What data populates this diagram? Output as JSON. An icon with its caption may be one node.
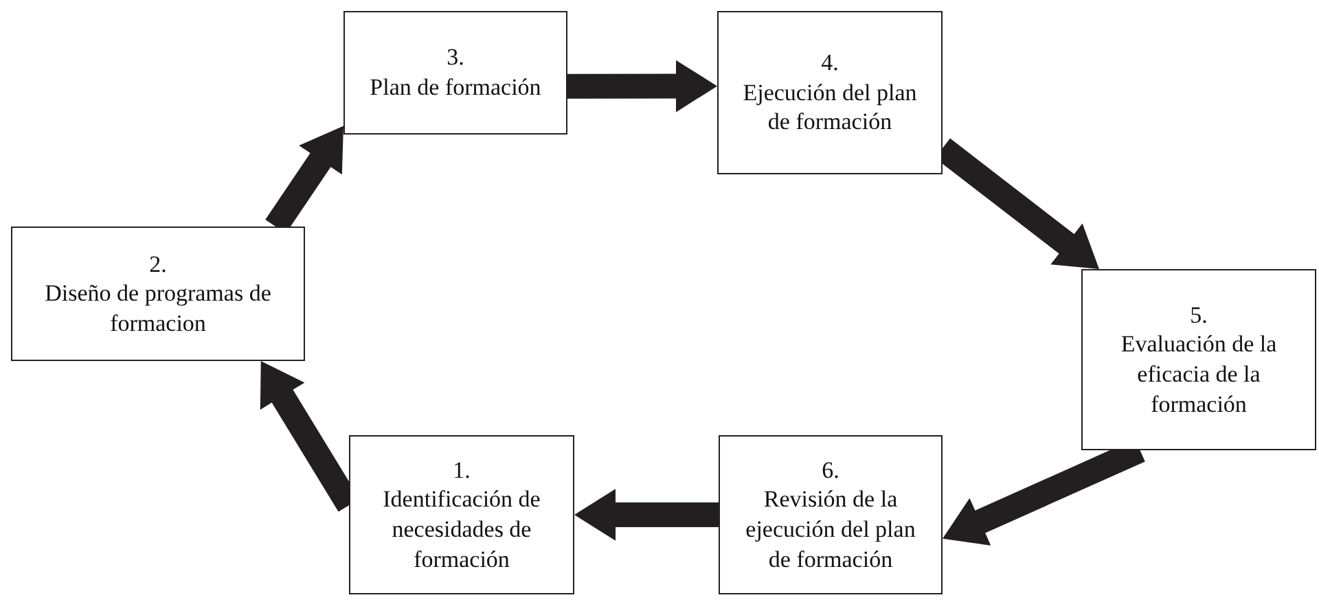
{
  "diagram": {
    "nodes": [
      {
        "text": [
          "1.",
          "Identificación de necesidades de formación"
        ]
      },
      {
        "text": [
          "2.",
          "Diseño de programas de formacion"
        ]
      },
      {
        "text": [
          "3.",
          "Plan de formación"
        ]
      },
      {
        "text": [
          "4.",
          "Ejecución del plan de formación"
        ]
      },
      {
        "text": [
          "5.",
          "Evaluación de la eficacia de la formación"
        ]
      },
      {
        "text": [
          "6.",
          "Revisión de la ejecución del plan de formación"
        ]
      }
    ],
    "edges": [
      {
        "from": 0,
        "to": 1,
        "arrow": "to",
        "style": "thick"
      },
      {
        "from": 1,
        "to": 2,
        "arrow": "to",
        "style": "thick"
      },
      {
        "from": 2,
        "to": 3,
        "arrow": "to",
        "style": "thick"
      },
      {
        "from": 3,
        "to": 4,
        "arrow": "to",
        "style": "thick"
      },
      {
        "from": 4,
        "to": 5,
        "arrow": "to",
        "style": "thick"
      },
      {
        "from": 5,
        "to": 0,
        "arrow": "to",
        "style": "thick"
      }
    ]
  }
}
